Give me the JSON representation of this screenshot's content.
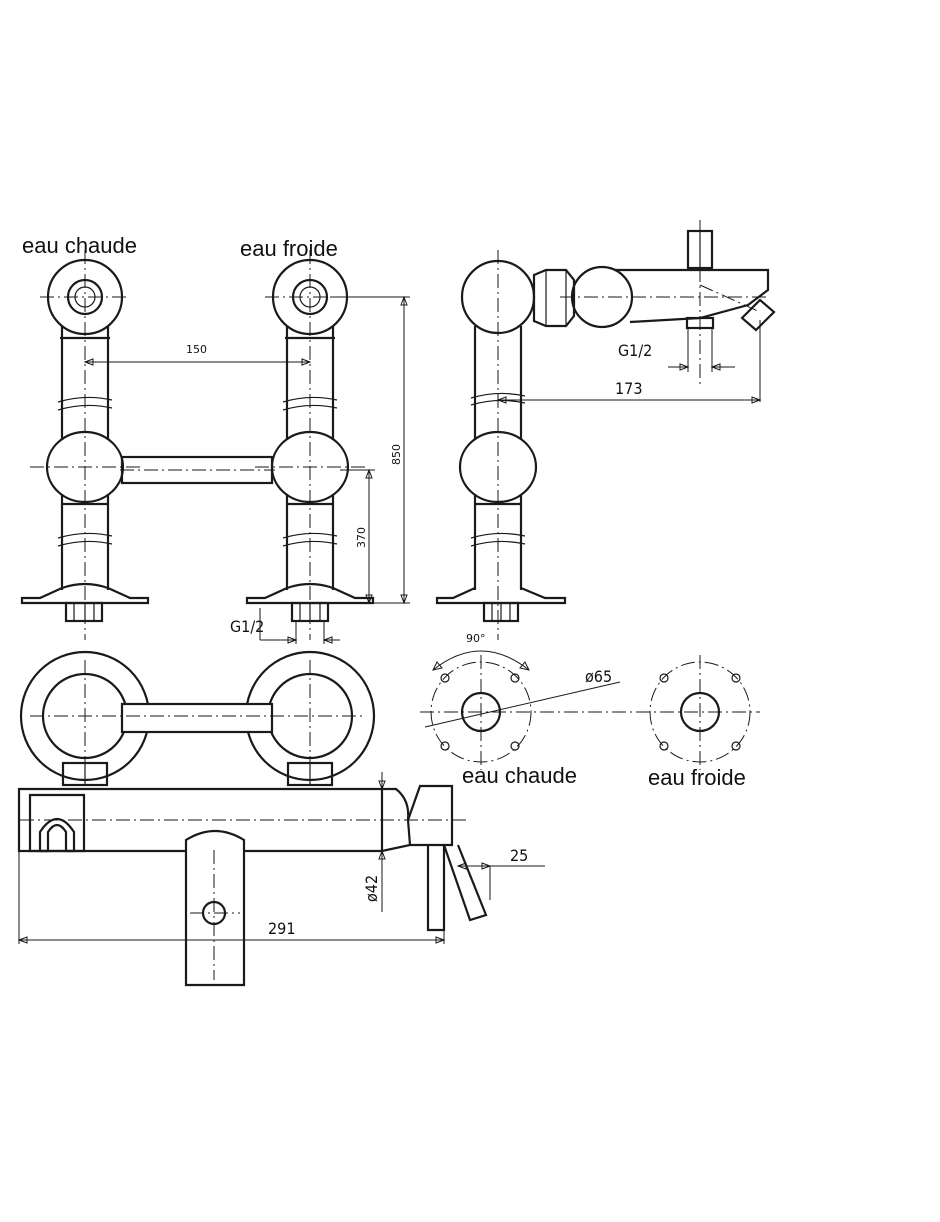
{
  "labels": {
    "hot_top": "eau chaude",
    "cold_top": "eau froide",
    "hot_bottom": "eau chaude",
    "cold_bottom": "eau froide"
  },
  "dimensions": {
    "spacing": "150",
    "height_total": "850",
    "height_bridge": "370",
    "thread_front": "G1/2",
    "thread_side": "G1/2",
    "projection": "173",
    "angle": "90°",
    "flange_diameter": "ø65",
    "body_diameter": "ø42",
    "body_length": "291",
    "lever_offset": "25"
  }
}
